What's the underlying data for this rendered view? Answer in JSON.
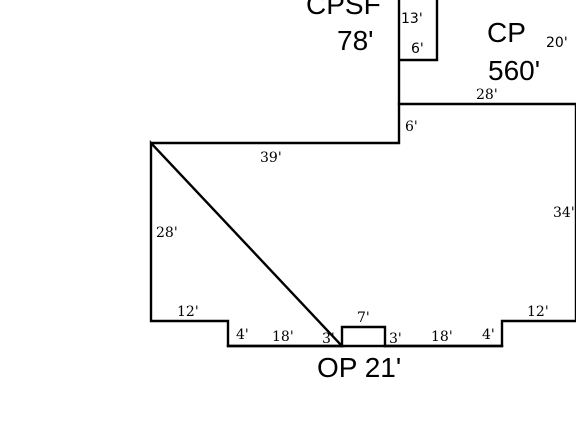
{
  "areas": {
    "cpsf": {
      "code": "CPSF",
      "size": "78'"
    },
    "cp": {
      "code": "CP",
      "size": "560'"
    },
    "op": {
      "label": "OP 21'"
    }
  },
  "dimensions": {
    "cpsf_right_upper": "13'",
    "cpsf_right_lower": "6'",
    "cp_right": "20'",
    "top_step": "28'",
    "step_down": "6'",
    "upper_left": "39'",
    "left_side": "28'",
    "right_side": "34'",
    "bottom_left": "12'",
    "bottom_right": "12'",
    "notch_left": "4'",
    "notch_right": "4'",
    "bottom_left_inner": "18'",
    "bottom_right_inner": "18'",
    "porch_left": "3'",
    "porch_right": "3'",
    "porch_top": "7'"
  }
}
